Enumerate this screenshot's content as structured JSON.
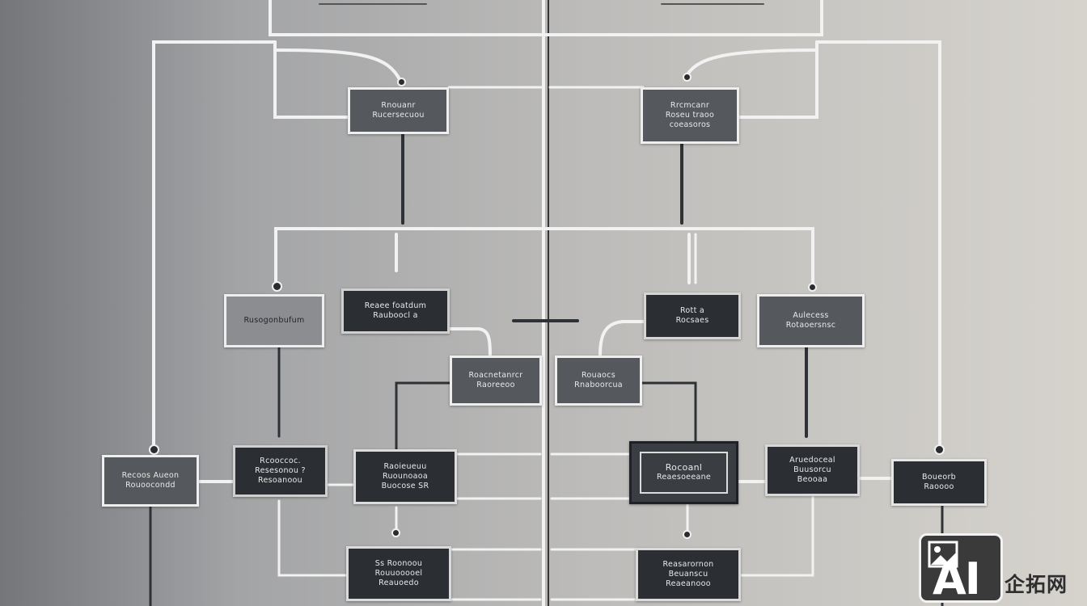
{
  "diagram": {
    "nodes": {
      "top_left": [
        "Rnouanr",
        "Rucersecuou"
      ],
      "top_right": [
        "Rrcmcanr",
        "Roseu traoo",
        "coeasoros"
      ],
      "l2_left": [
        "Rusogonbufum"
      ],
      "l2_midleft": [
        "Reaee foatdum",
        "Rauboocl a"
      ],
      "l2_midright": [
        "Rott a",
        "Rocsaes"
      ],
      "l2_right": [
        "Aulecess",
        "Rotaoersnsc"
      ],
      "c_left": [
        "Roacnetanrcr",
        "Raoreeoo"
      ],
      "c_right": [
        "Rouaocs",
        "Rnaboorcua"
      ],
      "l3_a": [
        "Recoos Aueon",
        "Rouoocondd"
      ],
      "l3_b": [
        "Rcooccoc.",
        "Resesonou ?",
        "Resoanoou"
      ],
      "l3_c": [
        "Raoieueuu",
        "Ruounoaoa",
        "Buocose SR"
      ],
      "l3_d": [
        "Rocoanl",
        "Reaesoeeane"
      ],
      "l3_e": [
        "Aruedoceal",
        "Buusorcu",
        "Beooaa"
      ],
      "l3_f": [
        "Boueorb",
        "Raoooo"
      ],
      "b_left": [
        "Ss Roonoou",
        "Rouuooooel",
        "Reauoedo"
      ],
      "b_right": [
        "Reasarornon",
        "Beuanscu",
        "Reaeanooo"
      ]
    },
    "watermark": {
      "logo_text": "AI",
      "brand_text": "企拓网"
    }
  }
}
